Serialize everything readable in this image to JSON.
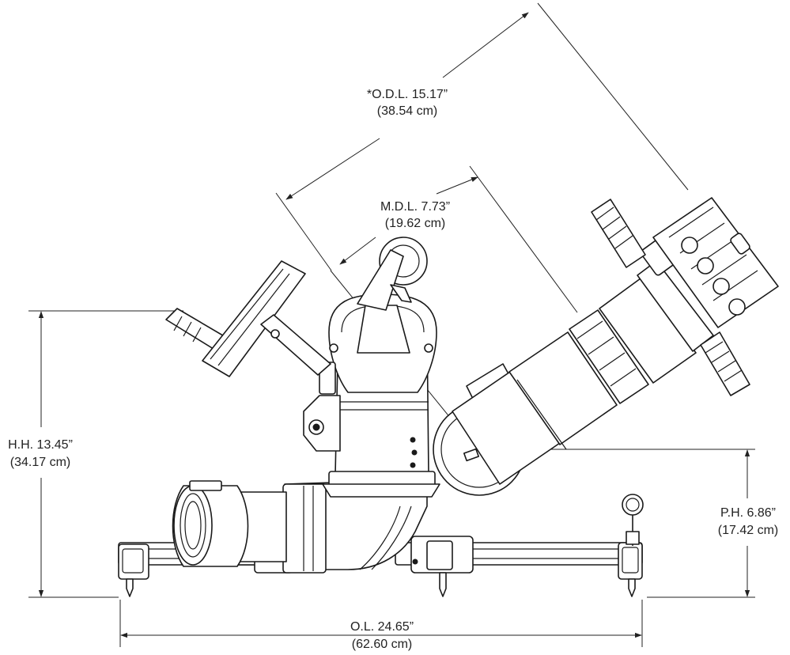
{
  "dimensions": {
    "odl": {
      "label": "*O.D.L. 15.17”",
      "metric": "(38.54 cm)"
    },
    "mdl": {
      "label": "M.D.L. 7.73”",
      "metric": "(19.62 cm)"
    },
    "hh": {
      "label": "H.H. 13.45”",
      "metric": "(34.17 cm)"
    },
    "ph": {
      "label": "P.H. 6.86”",
      "metric": "(17.42 cm)"
    },
    "ol": {
      "label": "O.L. 24.65”",
      "metric": "(62.60 cm)"
    }
  }
}
